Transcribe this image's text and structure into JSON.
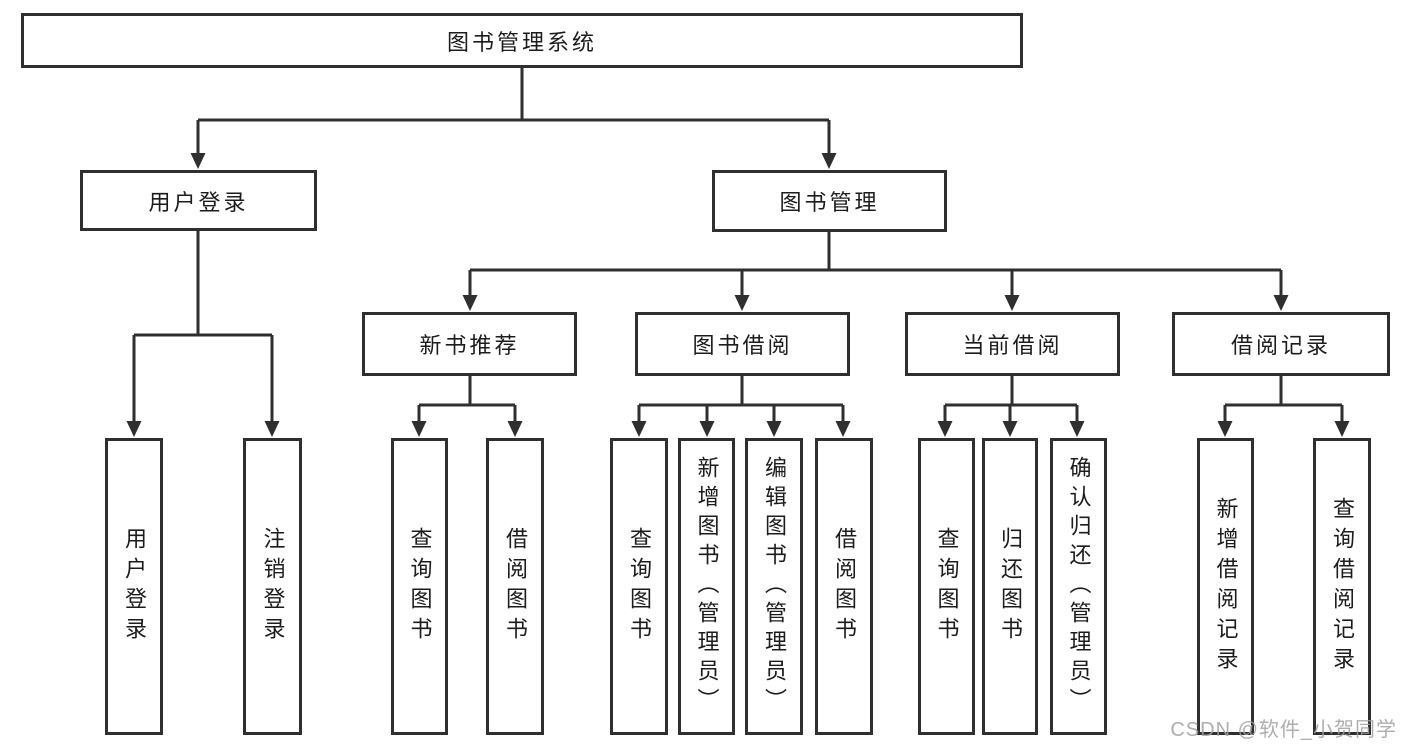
{
  "colors": {
    "line": "#2f2f2f",
    "text": "#1c1c1c",
    "watermark": "#a0a0a0",
    "background": "#ffffff"
  },
  "tree": {
    "root": "图书管理系统",
    "children": [
      {
        "label": "用户登录",
        "children": [
          "用户登录",
          "注销登录"
        ]
      },
      {
        "label": "图书管理",
        "children": [
          {
            "label": "新书推荐",
            "children": [
              "查询图书",
              "借阅图书"
            ]
          },
          {
            "label": "图书借阅",
            "children": [
              "查询图书",
              "新增图书（管理员）",
              "编辑图书（管理员）",
              "借阅图书"
            ]
          },
          {
            "label": "当前借阅",
            "children": [
              "查询图书",
              "归还图书",
              "确认归还（管理员）"
            ]
          },
          {
            "label": "借阅记录",
            "children": [
              "新增借阅记录",
              "查询借阅记录"
            ]
          }
        ]
      }
    ]
  },
  "watermark": {
    "text": "CSDN @软件_小贺同学"
  }
}
